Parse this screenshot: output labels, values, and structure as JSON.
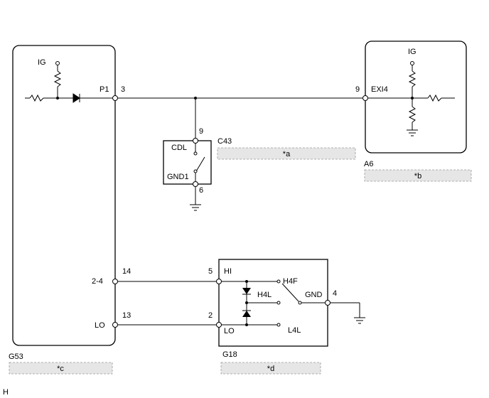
{
  "components": {
    "g53": {
      "id": "G53",
      "tag": "*c"
    },
    "c43": {
      "id": "C43",
      "tag": "*a"
    },
    "a6": {
      "id": "A6",
      "tag": "*b"
    },
    "g18": {
      "id": "G18",
      "tag": "*d"
    }
  },
  "labels": {
    "ig_left": "IG",
    "ig_right": "IG",
    "p1": "P1",
    "pin_3": "3",
    "pin_9_right": "9",
    "exi4": "EXI4",
    "pin_9_c43": "9",
    "cdl": "CDL",
    "gnd1": "GND1",
    "pin_6": "6",
    "label_2_4": "2-4",
    "pin_14": "14",
    "label_lo_left": "LO",
    "pin_13": "13",
    "pin_5": "5",
    "hi": "HI",
    "h4f": "H4F",
    "h4l": "H4L",
    "gnd": "GND",
    "pin_4": "4",
    "pin_2": "2",
    "lo_g18": "LO",
    "l4l": "L4L",
    "corner": "H"
  }
}
